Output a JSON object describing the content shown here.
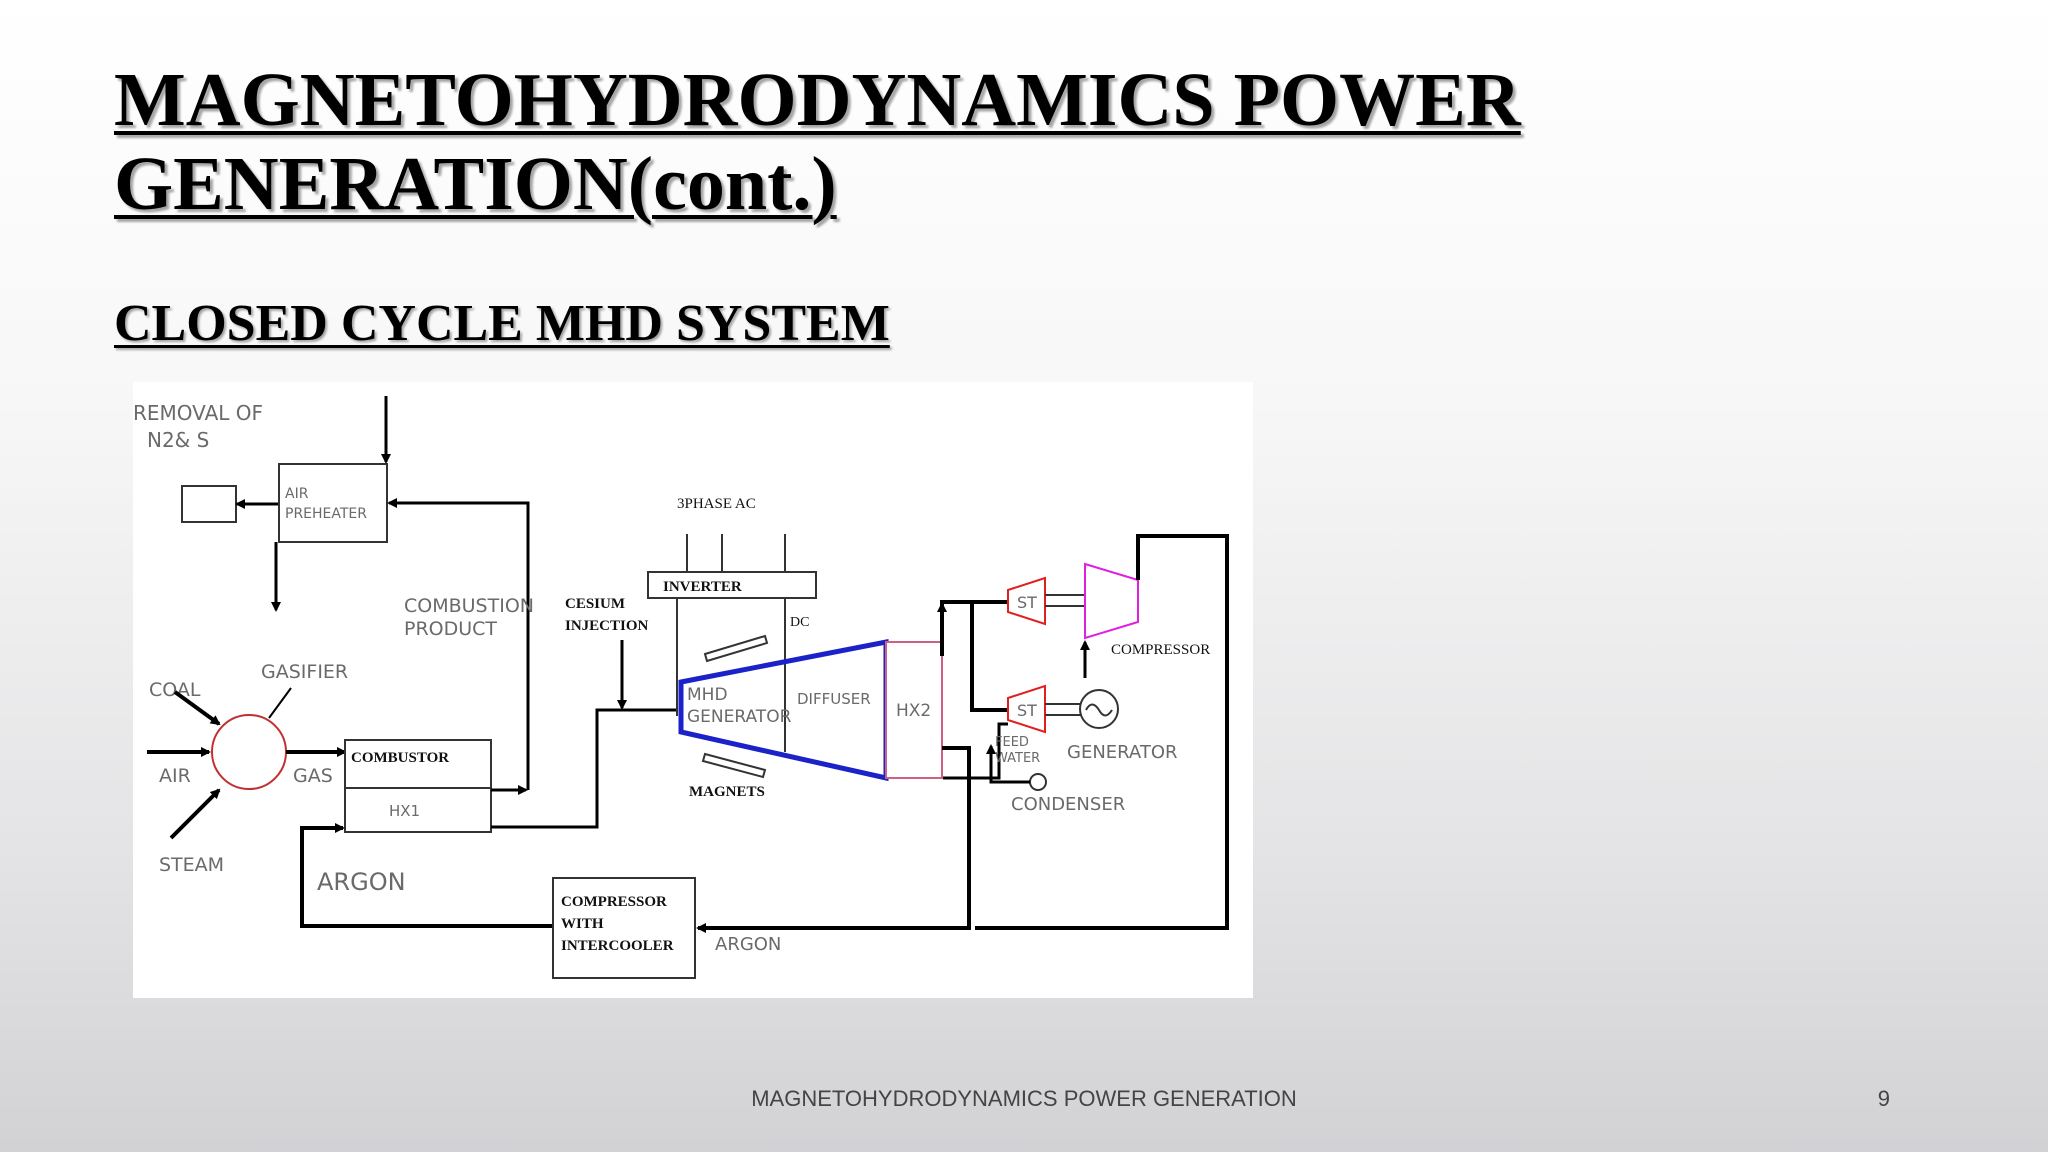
{
  "slide": {
    "title": "MAGNETOHYDRODYNAMICS POWER GENERATION(cont.)",
    "subtitle": "CLOSED CYCLE MHD SYSTEM",
    "footer": "MAGNETOHYDRODYNAMICS POWER GENERATION",
    "page_number": "9"
  },
  "diagram": {
    "removal_line1": "REMOVAL OF",
    "removal_line2": "N2& S",
    "air_preheater_line1": "AIR",
    "air_preheater_line2": "PREHEATER",
    "combustion_line1": "COMBUSTION",
    "combustion_line2": "PRODUCT",
    "gasifier": "GASIFIER",
    "coal": "COAL",
    "air": "AIR",
    "steam": "STEAM",
    "gas": "GAS",
    "combustor": "COMBUSTOR",
    "hx1": "HX1",
    "argon_left": "ARGON",
    "cesium_line1": "CESIUM",
    "cesium_line2": "INJECTION",
    "three_phase": "3PHASE AC",
    "inverter": "INVERTER",
    "dc": "DC",
    "mhd_line1": "MHD",
    "mhd_line2": "GENERATOR",
    "diffuser": "DIFFUSER",
    "magnets": "MAGNETS",
    "hx2": "HX2",
    "st_top": "ST",
    "st_bottom": "ST",
    "compressor_right": "COMPRESSOR",
    "generator": "GENERATOR",
    "feed_line1": "FEED",
    "feed_line2": "WATER",
    "condenser": "CONDENSER",
    "comp_ic_line1": "COMPRESSOR",
    "comp_ic_line2": "WITH",
    "comp_ic_line3": "INTERCOOLER",
    "argon_bottom": "ARGON",
    "colors": {
      "mhd_channel": "#1a22c8",
      "turbine": "#e02020",
      "compressor": "#e020e0",
      "hx2": "#d06080",
      "gasifier": "#c03030"
    }
  }
}
